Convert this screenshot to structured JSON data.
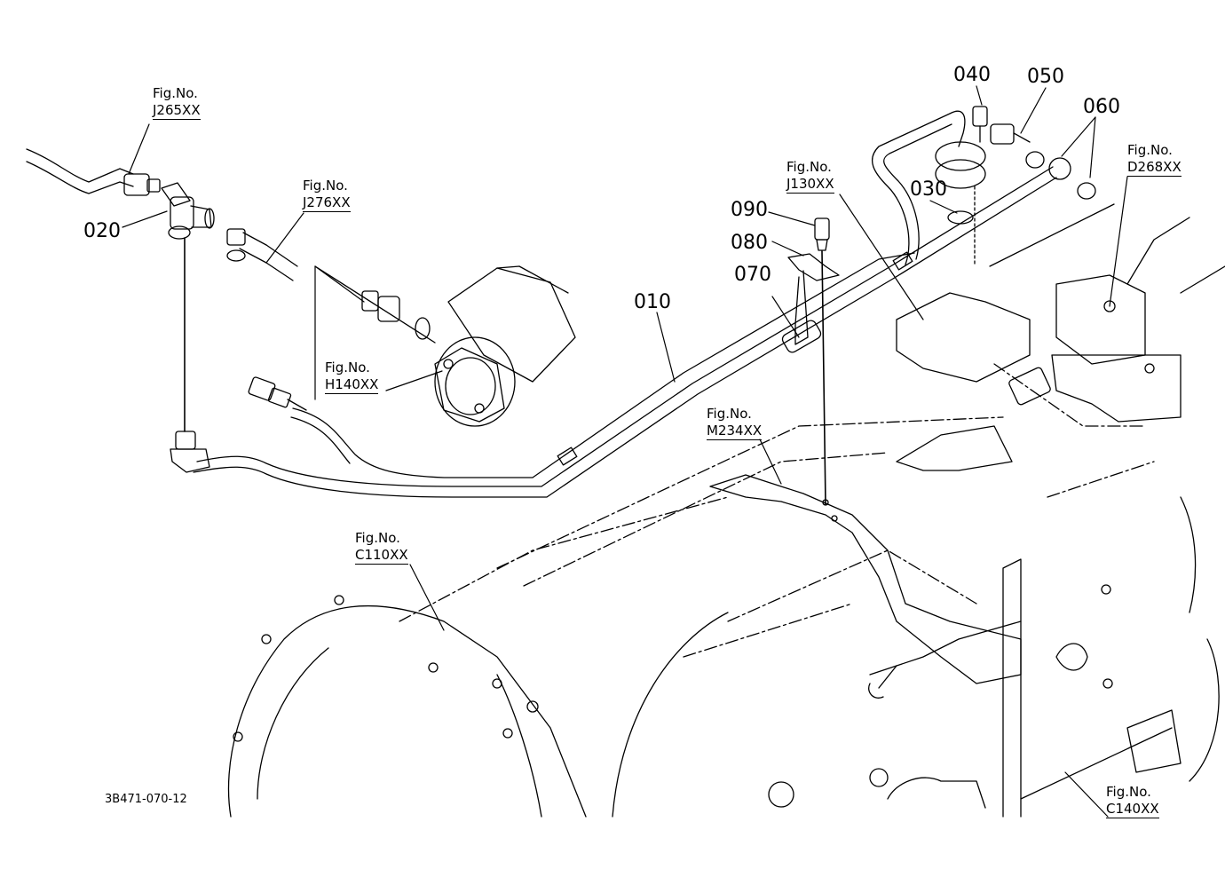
{
  "parts": [
    {
      "key": "p010",
      "number": "010"
    },
    {
      "key": "p020",
      "number": "020"
    },
    {
      "key": "p030",
      "number": "030"
    },
    {
      "key": "p040",
      "number": "040"
    },
    {
      "key": "p050",
      "number": "050"
    },
    {
      "key": "p060",
      "number": "060"
    },
    {
      "key": "p070",
      "number": "070"
    },
    {
      "key": "p080",
      "number": "080"
    },
    {
      "key": "p090",
      "number": "090"
    }
  ],
  "figure_refs": [
    {
      "key": "j265",
      "prefix": "Fig.No.",
      "code": "J265XX"
    },
    {
      "key": "j276",
      "prefix": "Fig.No.",
      "code": "J276XX"
    },
    {
      "key": "h140",
      "prefix": "Fig.No.",
      "code": "H140XX"
    },
    {
      "key": "j130",
      "prefix": "Fig.No.",
      "code": "J130XX"
    },
    {
      "key": "d268",
      "prefix": "Fig.No.",
      "code": "D268XX"
    },
    {
      "key": "m234",
      "prefix": "Fig.No.",
      "code": "M234XX"
    },
    {
      "key": "c110",
      "prefix": "Fig.No.",
      "code": "C110XX"
    },
    {
      "key": "c140",
      "prefix": "Fig.No.",
      "code": "C140XX"
    }
  ],
  "drawing_code": "3B471-070-12"
}
